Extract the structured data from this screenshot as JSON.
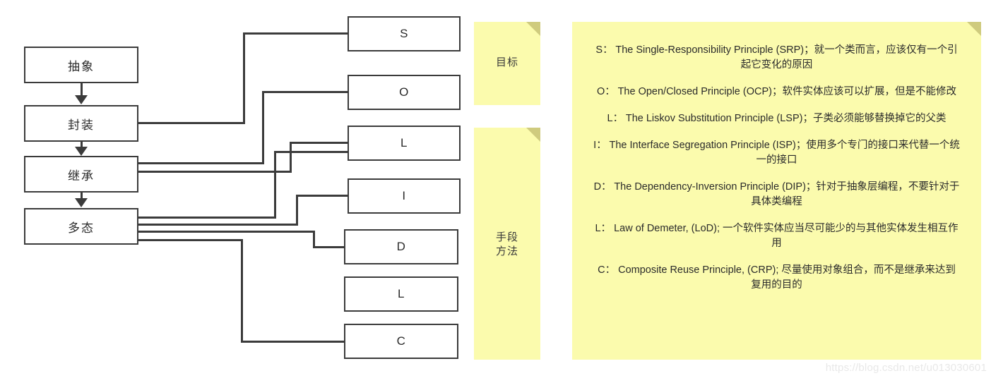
{
  "diagram": {
    "pillars": [
      {
        "label": "抽象"
      },
      {
        "label": "封装"
      },
      {
        "label": "继承"
      },
      {
        "label": "多态"
      }
    ],
    "principle_boxes": [
      {
        "label": "S"
      },
      {
        "label": "O"
      },
      {
        "label": "L"
      },
      {
        "label": "I"
      },
      {
        "label": "D"
      },
      {
        "label": "L"
      },
      {
        "label": "C"
      }
    ],
    "group_notes": [
      {
        "label": "目标"
      },
      {
        "label": "手段\n方法",
        "line1": "手段",
        "line2": "方法"
      }
    ]
  },
  "principles_note": {
    "lines": [
      "S： The Single-Responsibility Principle (SRP)；就一个类而言，应该仅有一个引起它变化的原因",
      "O： The Open/Closed Principle (OCP)；软件实体应该可以扩展，但是不能修改",
      "L： The Liskov Substitution Principle (LSP)；子类必须能够替换掉它的父类",
      "I： The Interface Segregation Principle (ISP)；使用多个专门的接口来代替一个统一的接口",
      "D： The Dependency-Inversion Principle (DIP)；针对于抽象层编程，不要针对于具体类编程",
      "L： Law of Demeter, (LoD); 一个软件实体应当尽可能少的与其他实体发生相互作用",
      "C： Composite Reuse Principle, (CRP); 尽量使用对象组合，而不是继承来达到复用的目的"
    ]
  },
  "watermark": {
    "text": "https://blog.csdn.net/u013030601"
  },
  "colors": {
    "note_fill": "#fbfbad",
    "note_fold": "#cfcb7e",
    "line": "#3b3b3b",
    "box_fill": "#ffffff",
    "text": "#2b2b2b",
    "watermark": "#e8e8e8"
  }
}
